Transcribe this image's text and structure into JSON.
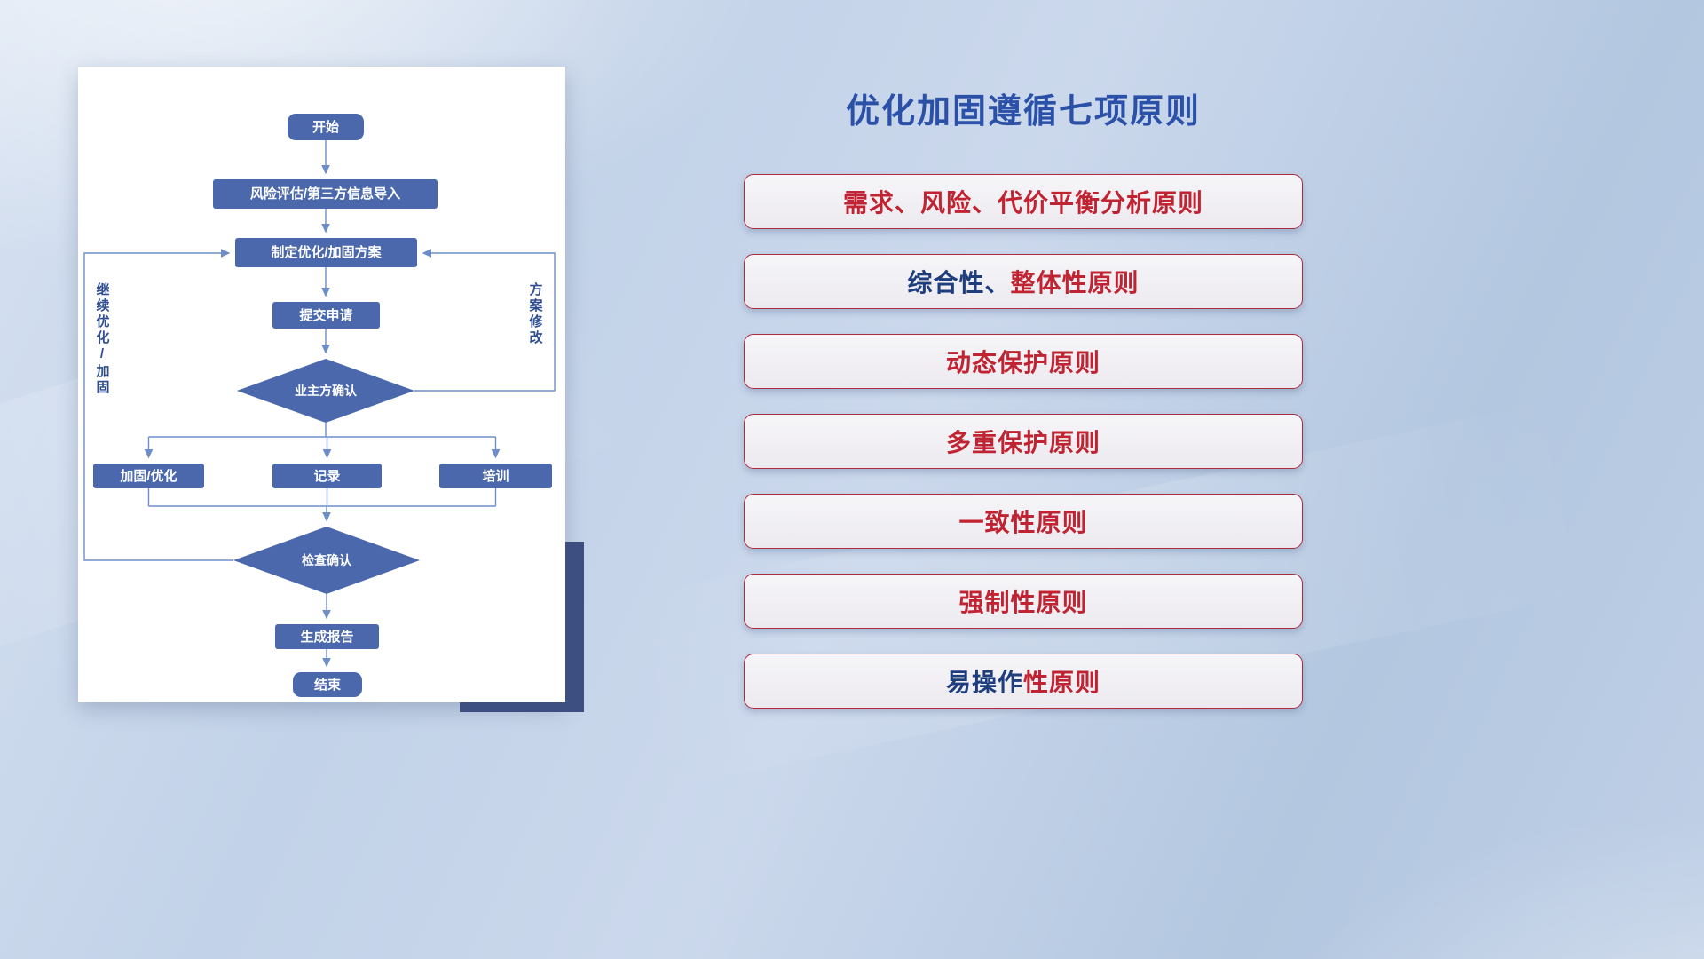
{
  "title": "优化加固遵循七项原则",
  "flowchart": {
    "nodes": {
      "start": "开始",
      "risk_import": "风险评估/第三方信息导入",
      "make_plan": "制定优化/加固方案",
      "submit": "提交申请",
      "owner_confirm": "业主方确认",
      "harden": "加固/优化",
      "record": "记录",
      "training": "培训",
      "check_confirm": "检查确认",
      "report": "生成报告",
      "end": "结束"
    },
    "side_labels": {
      "continue_optimize": "继续优化/加固",
      "plan_modify": "方案修改"
    }
  },
  "principles": [
    {
      "segments": [
        {
          "text": "需求、风险、代价平衡分析原则",
          "color": "red"
        }
      ]
    },
    {
      "segments": [
        {
          "text": "综合性、",
          "color": "navy"
        },
        {
          "text": "整体性原则",
          "color": "red"
        }
      ]
    },
    {
      "segments": [
        {
          "text": "动态保护原则",
          "color": "red"
        }
      ]
    },
    {
      "segments": [
        {
          "text": "多重保护原则",
          "color": "red"
        }
      ]
    },
    {
      "segments": [
        {
          "text": "一致性原则",
          "color": "red"
        }
      ]
    },
    {
      "segments": [
        {
          "text": "强制性原则",
          "color": "red"
        }
      ]
    },
    {
      "segments": [
        {
          "text": "易操作",
          "color": "navy"
        },
        {
          "text": "性原则",
          "color": "red"
        }
      ]
    }
  ],
  "colors": {
    "red": "#c02331",
    "navy": "#1e3d7d",
    "title": "#2b50a8",
    "node_fill": "#4a68ab",
    "connector": "#6f8ec9",
    "pill_border": "#ae2a3e",
    "pill_bg": "#f1f0f3",
    "card_shadow_block": "#3e4f82"
  }
}
